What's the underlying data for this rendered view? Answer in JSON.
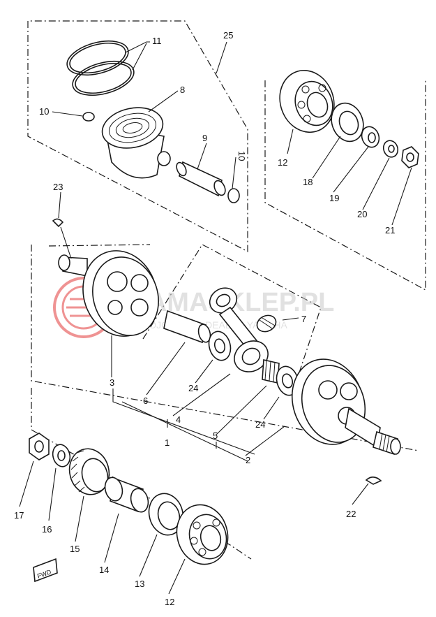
{
  "watermark": {
    "brand": "YAMASKLEP.PL",
    "subtitle": "WOJCIECH ... DEALER YAMAHA",
    "logo_color": "#e23b3b",
    "text_color": "#c9c9c9"
  },
  "fwd_mark": "FWD",
  "part_labels": {
    "p1": "1",
    "p2": "2",
    "p3": "3",
    "p4": "4",
    "p5": "5",
    "p6": "6",
    "p7": "7",
    "p8": "8",
    "p9": "9",
    "p10a": "10",
    "p10b": "10",
    "p11": "11",
    "p12a": "12",
    "p12b": "12",
    "p13": "13",
    "p14": "14",
    "p15": "15",
    "p16": "16",
    "p17": "17",
    "p18": "18",
    "p19": "19",
    "p20": "20",
    "p21": "21",
    "p22": "22",
    "p23": "23",
    "p24a": "24",
    "p24b": "24",
    "p25": "25"
  }
}
